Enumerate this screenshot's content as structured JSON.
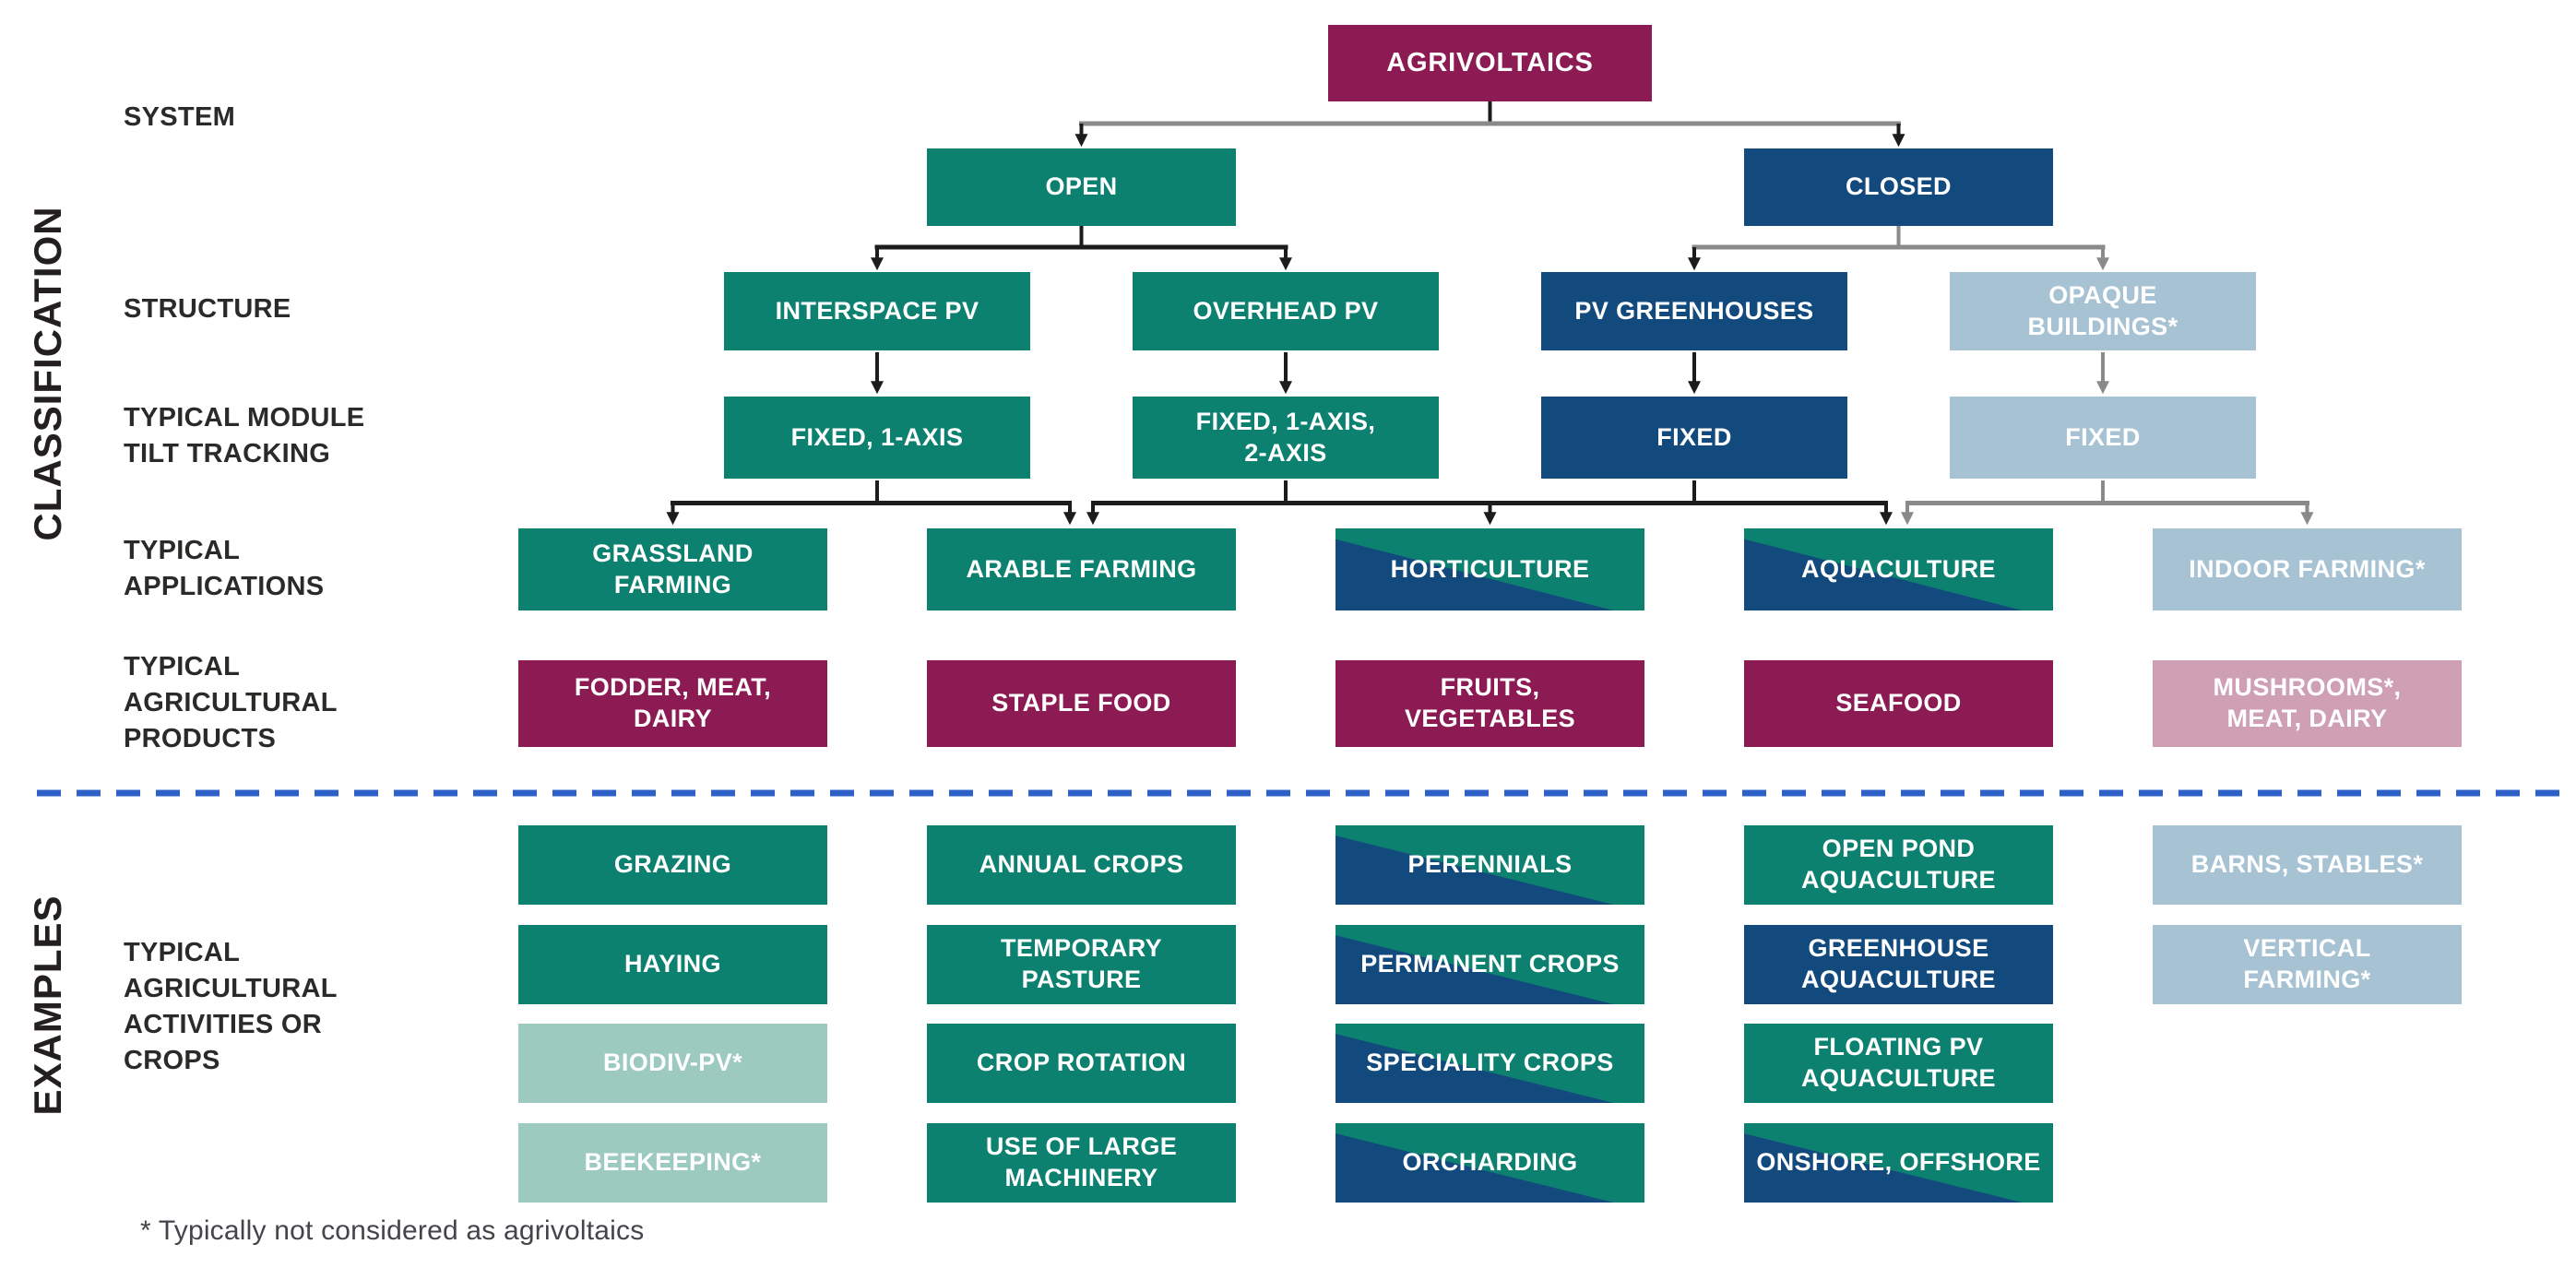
{
  "side_labels": {
    "classification": "CLASSIFICATION",
    "examples": "EXAMPLES"
  },
  "row_labels": {
    "system": "SYSTEM",
    "structure": "STRUCTURE",
    "tilt": "TYPICAL MODULE\nTILT TRACKING",
    "applications": "TYPICAL\nAPPLICATIONS",
    "products": "TYPICAL\nAGRICULTURAL\nPRODUCTS",
    "activities": "TYPICAL\nAGRICULTURAL\nACTIVITIES OR\nCROPS"
  },
  "tree": {
    "root": "AGRIVOLTAICS",
    "system": {
      "open": "OPEN",
      "closed": "CLOSED"
    },
    "structure": {
      "interspace": "INTERSPACE PV",
      "overhead": "OVERHEAD PV",
      "pv_greenhouses": "PV GREENHOUSES",
      "opaque_buildings": "OPAQUE\nBUILDINGS*"
    },
    "tilt": {
      "interspace": "FIXED, 1-AXIS",
      "overhead": "FIXED, 1-AXIS,\n2-AXIS",
      "pv_greenhouses": "FIXED",
      "opaque_buildings": "FIXED"
    },
    "applications": {
      "grassland": "GRASSLAND\nFARMING",
      "arable": "ARABLE FARMING",
      "horticulture": "HORTICULTURE",
      "aquaculture": "AQUACULTURE",
      "indoor": "INDOOR FARMING*"
    },
    "products": {
      "grassland": "FODDER, MEAT,\nDAIRY",
      "arable": "STAPLE FOOD",
      "horticulture": "FRUITS,\nVEGETABLES",
      "aquaculture": "SEAFOOD",
      "indoor": "MUSHROOMS*,\nMEAT, DAIRY"
    }
  },
  "examples": {
    "grassland": [
      "GRAZING",
      "HAYING",
      "BIODIV-PV*",
      "BEEKEEPING*"
    ],
    "arable": [
      "ANNUAL CROPS",
      "TEMPORARY\nPASTURE",
      "CROP ROTATION",
      "USE OF LARGE\nMACHINERY"
    ],
    "horticulture": [
      "PERENNIALS",
      "PERMANENT CROPS",
      "SPECIALITY CROPS",
      "ORCHARDING"
    ],
    "aquaculture": [
      "OPEN POND\nAQUACULTURE",
      "GREENHOUSE\nAQUACULTURE",
      "FLOATING PV\nAQUACULTURE",
      "ONSHORE, OFFSHORE"
    ],
    "indoor": [
      "BARNS, STABLES*",
      "VERTICAL\nFARMING*"
    ]
  },
  "footnote": "* Typically not considered as agrivoltaics",
  "colors": {
    "green": "#0d8170",
    "mint": "#9dcabf",
    "dark_blue": "#134a7d",
    "light_blue": "#a6c2d3",
    "maroon": "#8c1a53",
    "pink": "#cf9fb3",
    "arrow_black": "#1c1c1c",
    "arrow_gray": "#8a8a8a",
    "divider_blue": "#2e61c8"
  }
}
